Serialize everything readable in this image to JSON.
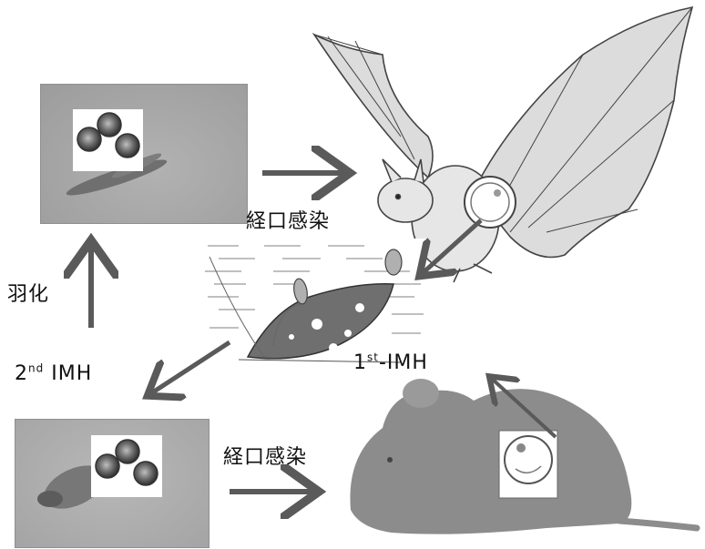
{
  "labels": {
    "oral_infection_top": "経口感染",
    "oral_infection_bottom": "経口感染",
    "emergence": "羽化",
    "imh2_prefix": "2",
    "imh2_sup": "nd",
    "imh2_suffix": " IMH",
    "imh1_prefix": "1",
    "imh1_sup": "st",
    "imh1_suffix": "-IMH"
  },
  "colors": {
    "arrow": "#5a5a5a",
    "photo_bg": "#a3a3a3",
    "silhouette": "#888888"
  }
}
